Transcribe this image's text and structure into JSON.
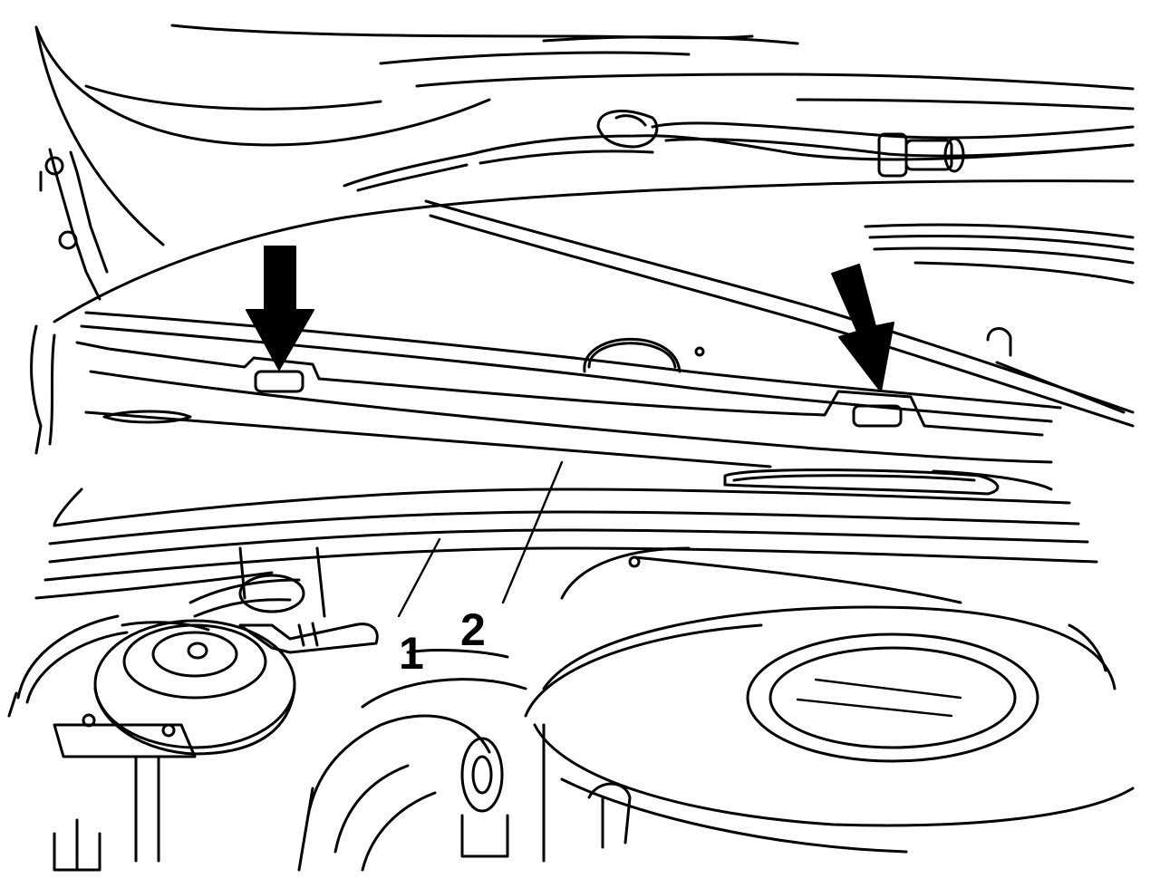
{
  "callouts": [
    {
      "id": "1",
      "label": "1"
    },
    {
      "id": "2",
      "label": "2"
    }
  ],
  "colors": {
    "ink": "#000000",
    "paper": "#ffffff"
  },
  "icons": [
    "arrow-down-icon",
    "arrow-down-icon"
  ]
}
